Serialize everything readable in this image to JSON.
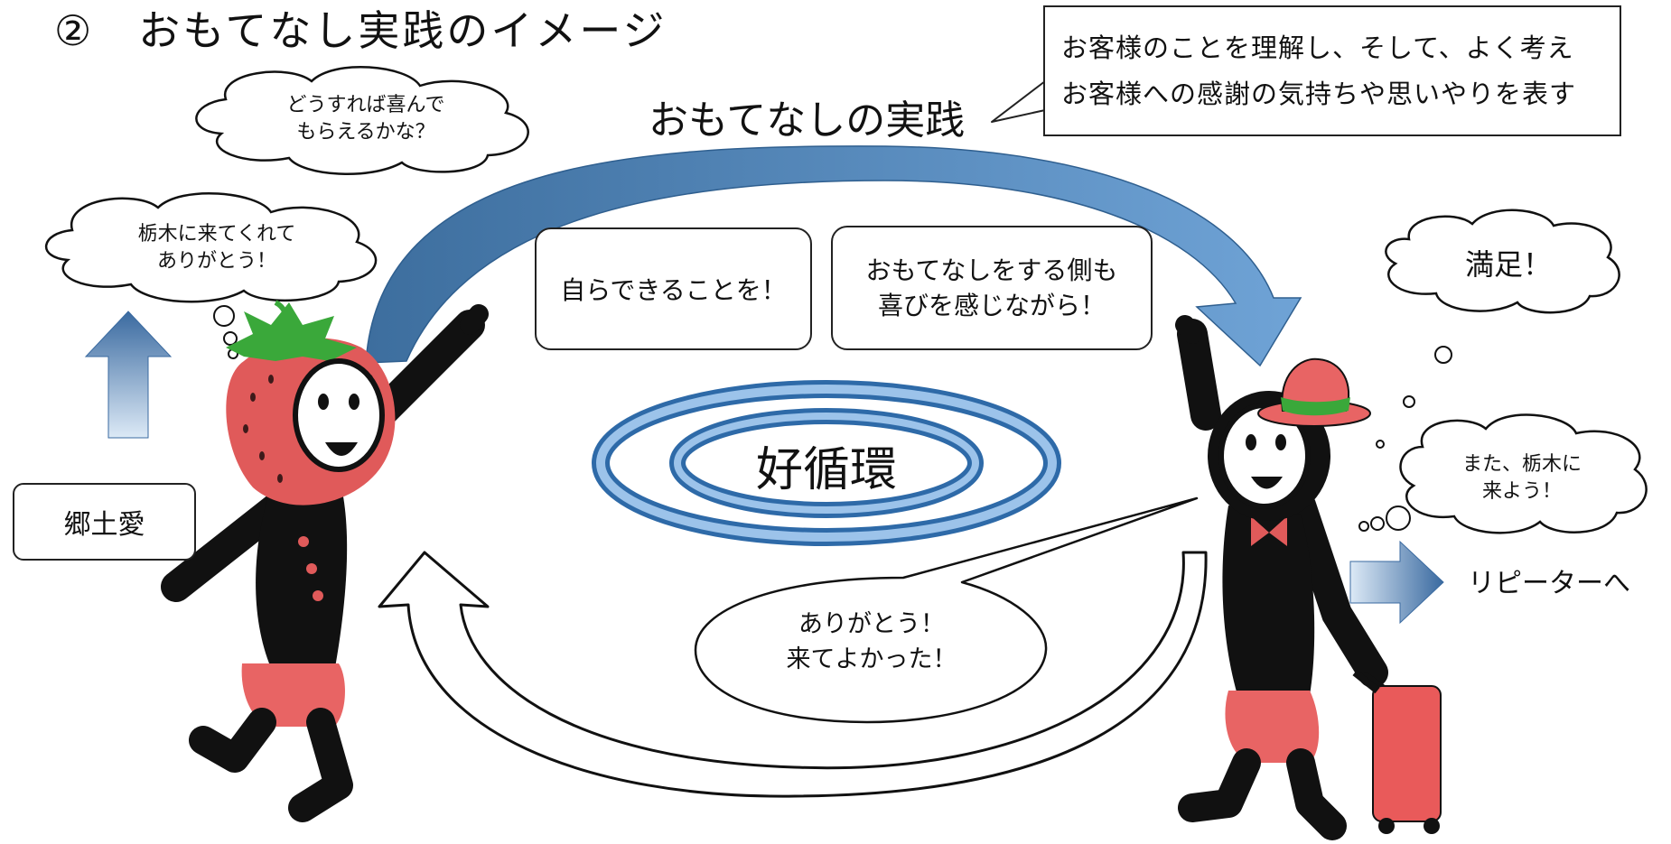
{
  "title": "②　おもてなし実践のイメージ",
  "practice_label": "おもてなしの実践",
  "note_box": {
    "line1": "お客様のことを理解し、そして、よく考え",
    "line2": "お客様への感謝の気持ちや思いやりを表す"
  },
  "boxes": {
    "self": "自らできることを！",
    "joy_line1": "おもてなしをする側も",
    "joy_line2": "喜びを感じながら！",
    "kyodoai": "郷土愛"
  },
  "center": "好循環",
  "clouds": {
    "host_think_line1": "どうすれば喜んで",
    "host_think_line2": "もらえるかな？",
    "host_thanks_line1": "栃木に来てくれて",
    "host_thanks_line2": "ありがとう！",
    "guest_satisfied": "満足！",
    "guest_again_line1": "また、栃木に",
    "guest_again_line2": "来よう！"
  },
  "speech": {
    "line1": "ありがとう！",
    "line2": "来てよかった！"
  },
  "repeater": "リピーターへ",
  "colors": {
    "arrow_blue_dark": "#3d6e9e",
    "arrow_blue_light": "#6fa3d6",
    "ring_fill": "#5b9bd5",
    "ring_stroke": "#2e6aa8",
    "strawberry_red": "#e05a5a",
    "leaf_green": "#3aa83a",
    "pants_salmon": "#e86464",
    "body_black": "#111111",
    "suitcase": "#e95a5a"
  }
}
